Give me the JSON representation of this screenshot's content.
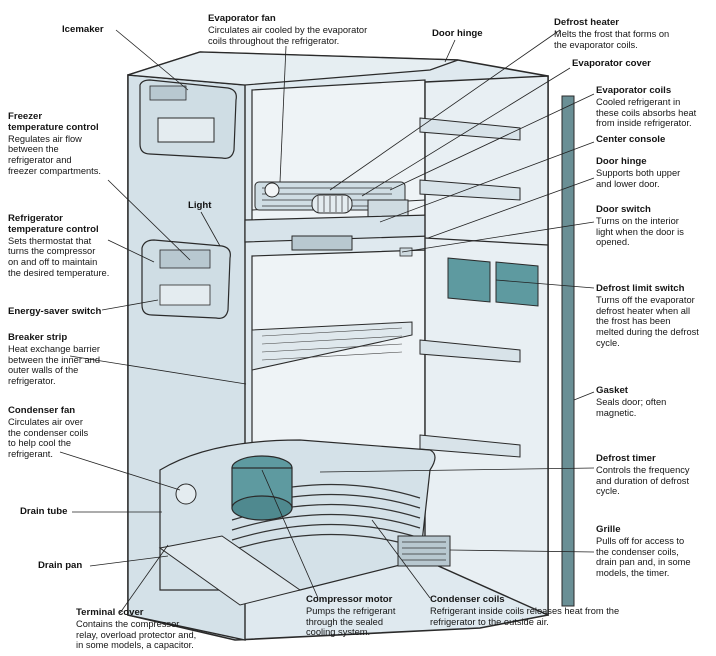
{
  "callouts": {
    "icemaker": {
      "title": "Icemaker"
    },
    "evap_fan": {
      "title": "Evaporator fan",
      "desc": "Circulates air cooled by the evaporator\ncoils throughout the refrigerator."
    },
    "door_hinge_top": {
      "title": "Door hinge"
    },
    "defrost_heater": {
      "title": "Defrost heater",
      "desc": "Melts the frost that forms on\nthe evaporator coils."
    },
    "evap_cover": {
      "title": "Evaporator cover"
    },
    "evap_coils": {
      "title": "Evaporator coils",
      "desc": "Cooled refrigerant in\nthese coils absorbs heat\nfrom inside refrigerator."
    },
    "center_console": {
      "title": "Center console"
    },
    "door_hinge_mid": {
      "title": "Door hinge",
      "desc": "Supports both upper\nand lower door."
    },
    "door_switch": {
      "title": "Door switch",
      "desc": "Turns on the interior\nlight when the door is\nopened."
    },
    "defrost_limit": {
      "title": "Defrost limit switch",
      "desc": "Turns off the evaporator\ndefrost heater when all\nthe frost has been\nmelted during the defrost\ncycle."
    },
    "gasket": {
      "title": "Gasket",
      "desc": "Seals door; often\nmagnetic."
    },
    "defrost_timer": {
      "title": "Defrost timer",
      "desc": "Controls the frequency\nand duration of defrost\ncycle."
    },
    "grille": {
      "title": "Grille",
      "desc": "Pulls off for access to\nthe condenser coils,\ndrain pan and, in some\nmodels, the timer."
    },
    "condenser_coils": {
      "title": "Condenser coils",
      "desc": "Refrigerant inside coils releases heat from the\nrefrigerator to the outside air."
    },
    "compressor": {
      "title": "Compressor motor",
      "desc": "Pumps the refrigerant\nthrough the sealed\ncooling system."
    },
    "terminal_cover": {
      "title": "Terminal cover",
      "desc": "Contains the compressor\nrelay, overload protector and,\nin some models, a capacitor."
    },
    "drain_pan": {
      "title": "Drain pan"
    },
    "drain_tube": {
      "title": "Drain tube"
    },
    "condenser_fan": {
      "title": "Condenser fan",
      "desc": "Circulates air over\nthe condenser coils\nto help cool the\nrefrigerant."
    },
    "breaker_strip": {
      "title": "Breaker strip",
      "desc": "Heat exchange barrier\nbetween the inner and\nouter walls of the\nrefrigerator."
    },
    "energy_saver": {
      "title": "Energy-saver switch"
    },
    "fridge_control": {
      "title": "Refrigerator\ntemperature control",
      "desc": "Sets thermostat that\nturns the compressor\non and off to maintain\nthe desired temperature."
    },
    "light": {
      "title": "Light"
    },
    "freezer_control": {
      "title": "Freezer\ntemperature control",
      "desc": "Regulates air flow\nbetween the\nrefrigerator and\nfreezer compartments."
    }
  },
  "colors": {
    "cabinet": "#dde8ee",
    "interior": "#eef3f6",
    "accent": "#5e9aa0",
    "frame": "#2a2a2a"
  }
}
